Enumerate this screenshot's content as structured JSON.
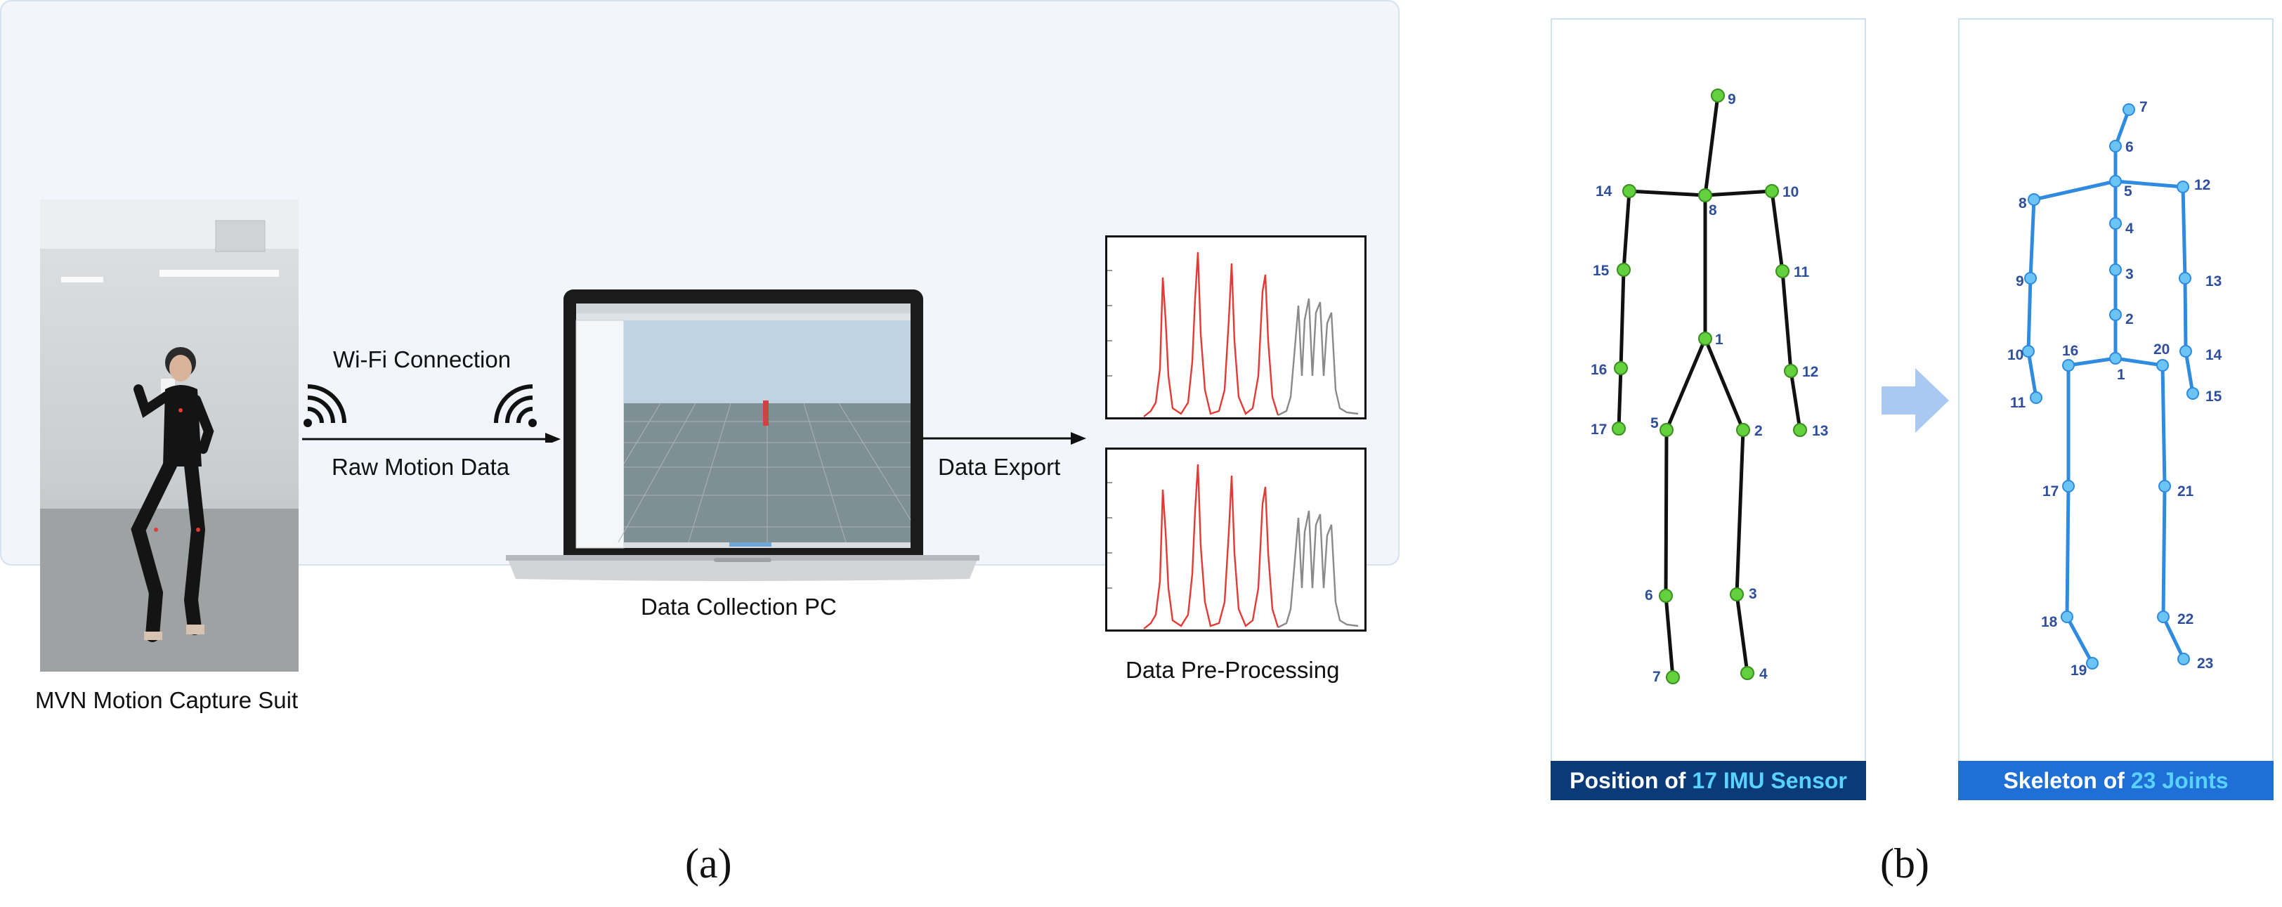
{
  "panel_a": {
    "labels": {
      "suit": "MVN Motion Capture Suit",
      "wifi": "Wi-Fi Connection",
      "raw": "Raw Motion Data",
      "pc": "Data Collection PC",
      "export": "Data Export",
      "preprocess": "Data Pre-Processing"
    },
    "caption": "(a)"
  },
  "panel_b": {
    "imu": {
      "banner_prefix": "Position of ",
      "banner_highlight": "17 IMU Sensor",
      "banner_color": "#0b3a78",
      "node_color": "#63d13e"
    },
    "skeleton": {
      "banner_prefix": "Skeleton of ",
      "banner_highlight": "23 Joints",
      "banner_color": "#1f6fd6",
      "node_color": "#6cc4f5"
    },
    "caption": "(b)"
  },
  "colors": {
    "signal_red": "#e53935",
    "signal_gray": "#8a8a8a",
    "arrow_blue": "#a9c8f2"
  }
}
